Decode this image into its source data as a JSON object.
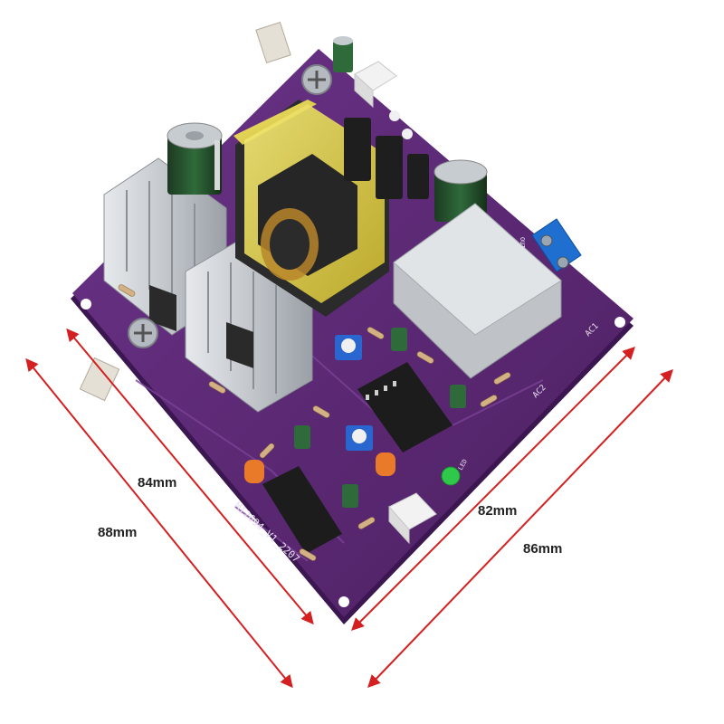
{
  "colors": {
    "pcb": "#5a2a72",
    "pcb_edge": "#3b1650",
    "silkscreen": "#e8e0f0",
    "heatsink": "#cfd3d8",
    "transformer_core": "#2b2b2b",
    "transformer_bobbin": "#e8d84a",
    "dimension_arrow": "#d42020",
    "terminal_block": "#1f6fd1",
    "led": "#2ec84a"
  },
  "dimensions": {
    "width_inner": "84mm",
    "width_outer": "88mm",
    "depth_inner": "82mm",
    "depth_outer": "86mm"
  },
  "board": {
    "model_marking": "MI2694_V1_2207",
    "labels": {
      "ac1": "AC1",
      "ac2": "AC2",
      "out": "OUT",
      "led": "LED"
    }
  }
}
